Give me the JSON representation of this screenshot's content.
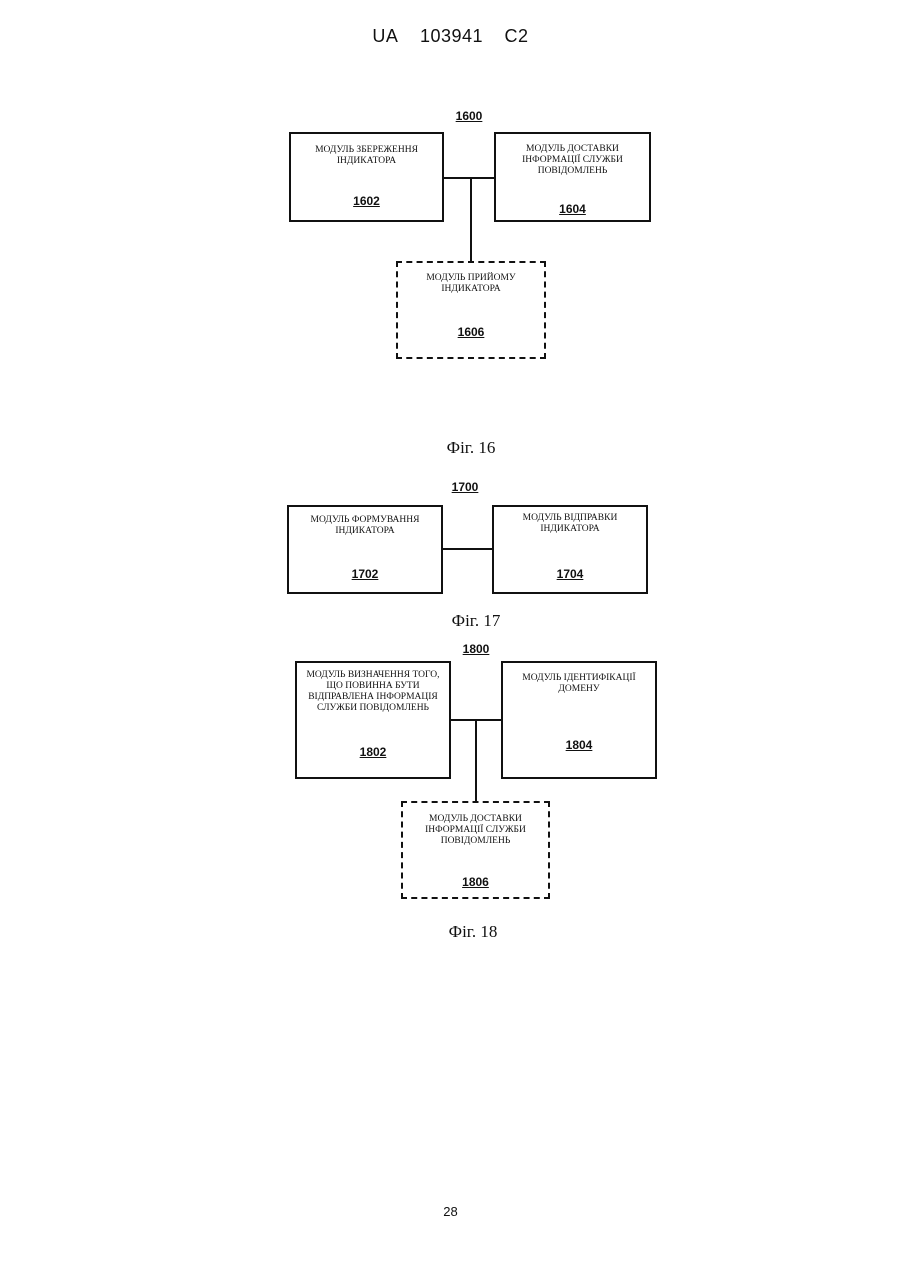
{
  "header": {
    "country": "UA",
    "number": "103941",
    "kind": "C2"
  },
  "figures": {
    "fig16": {
      "ref": "1600",
      "caption": "Фіг. 16",
      "box_1602": {
        "label": "МОДУЛЬ ЗБЕРЕЖЕННЯ ІНДИКАТОРА",
        "num": "1602"
      },
      "box_1604": {
        "label": "МОДУЛЬ ДОСТАВКИ ІНФОРМАЦІЇ СЛУЖБИ ПОВІДОМЛЕНЬ",
        "num": "1604"
      },
      "box_1606": {
        "label": "МОДУЛЬ ПРИЙОМУ ІНДИКАТОРА",
        "num": "1606"
      }
    },
    "fig17": {
      "ref": "1700",
      "caption": "Фіг. 17",
      "box_1702": {
        "label": "МОДУЛЬ ФОРМУВАННЯ ІНДИКАТОРА",
        "num": "1702"
      },
      "box_1704": {
        "label": "МОДУЛЬ ВІДПРАВКИ ІНДИКАТОРА",
        "num": "1704"
      }
    },
    "fig18": {
      "ref": "1800",
      "caption": "Фіг. 18",
      "box_1802": {
        "label": "МОДУЛЬ ВИЗНАЧЕННЯ ТОГО, ЩО ПОВИННА БУТИ ВІДПРАВЛЕНА ІНФОРМАЦІЯ СЛУЖБИ ПОВІДОМЛЕНЬ",
        "num": "1802"
      },
      "box_1804": {
        "label": "МОДУЛЬ ІДЕНТИФІКАЦІЇ ДОМЕНУ",
        "num": "1804"
      },
      "box_1806": {
        "label": "МОДУЛЬ ДОСТАВКИ ІНФОРМАЦІЇ СЛУЖБИ ПОВІДОМЛЕНЬ",
        "num": "1806"
      }
    }
  },
  "page_number": "28"
}
